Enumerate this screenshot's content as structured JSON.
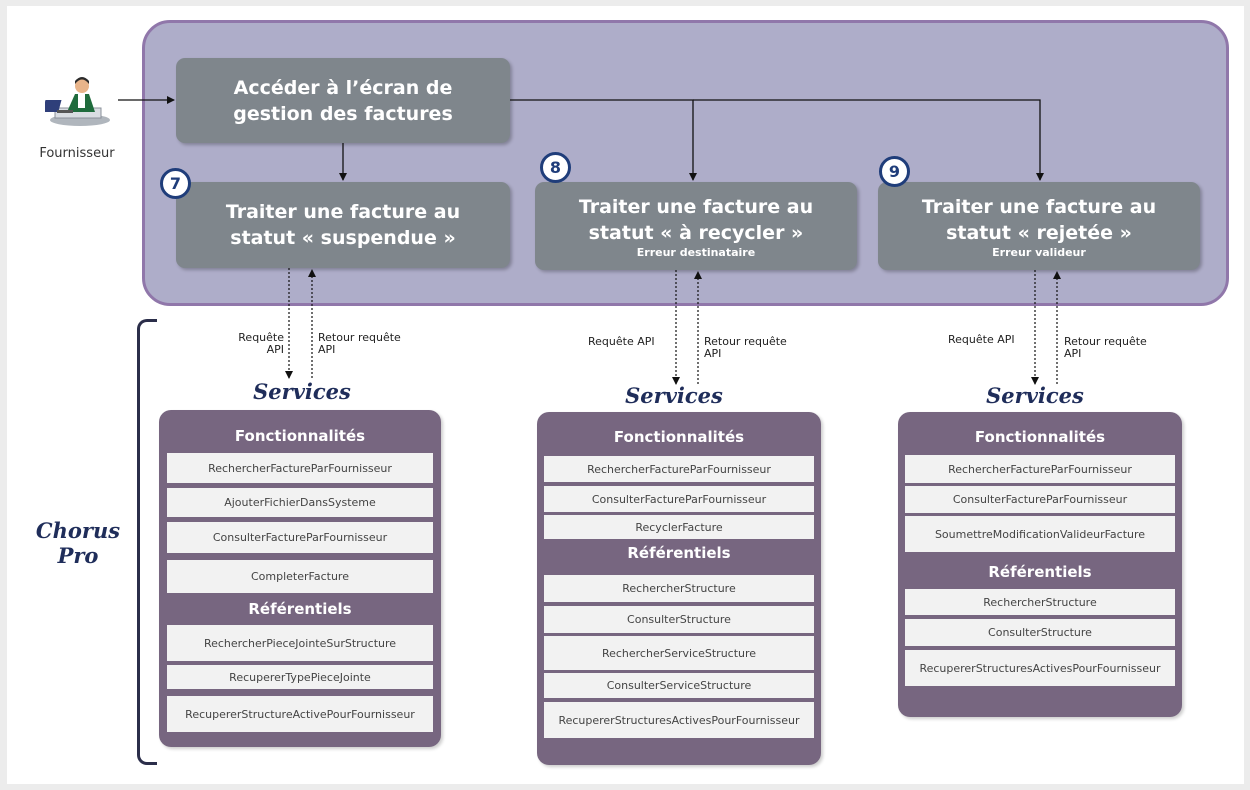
{
  "actor": {
    "label": "Fournisseur",
    "icon": "user-at-desk-icon"
  },
  "steps": {
    "access": {
      "title": "Accéder à l’écran de gestion des factures"
    },
    "suspended": {
      "number": "7",
      "title": "Traiter une facture au statut « suspendue »",
      "subtitle": ""
    },
    "recycle": {
      "number": "8",
      "title": "Traiter une facture au statut « à recycler »",
      "subtitle": "Erreur destinataire"
    },
    "rejected": {
      "number": "9",
      "title": "Traiter une facture au statut « rejetée »",
      "subtitle": "Erreur valideur"
    }
  },
  "api": {
    "request": "Requête API",
    "response": "Retour requête API"
  },
  "chorus_label": "Chorus Pro",
  "services": [
    {
      "title": "Services",
      "functionalities_header": "Fonctionnalités",
      "functionalities": [
        "RechercherFactureParFournisseur",
        "AjouterFichierDansSysteme",
        "ConsulterFactureParFournisseur",
        "CompleterFacture"
      ],
      "referentials_header": "Référentiels",
      "referentials": [
        "RechercherPieceJointeSurStructure",
        "RecupererTypePieceJointe",
        "RecupererStructureActivePourFournisseur"
      ]
    },
    {
      "title": "Services",
      "functionalities_header": "Fonctionnalités",
      "functionalities": [
        "RechercherFactureParFournisseur",
        "ConsulterFactureParFournisseur",
        "RecyclerFacture"
      ],
      "referentials_header": "Référentiels",
      "referentials": [
        "RechercherStructure",
        "ConsulterStructure",
        "RechercherServiceStructure",
        "ConsulterServiceStructure",
        "RecupererStructuresActivesPourFournisseur"
      ]
    },
    {
      "title": "Services",
      "functionalities_header": "Fonctionnalités",
      "functionalities": [
        "RechercherFactureParFournisseur",
        "ConsulterFactureParFournisseur",
        "SoumettreModificationValideurFacture"
      ],
      "referentials_header": "Référentiels",
      "referentials": [
        "RechercherStructure",
        "ConsulterStructure",
        "RecupererStructuresActivesPourFournisseur"
      ]
    }
  ],
  "colors": {
    "panel_fill": "#aeadc9",
    "panel_border": "#9077aa",
    "step_box": "#7f868c",
    "services_panel": "#776680",
    "badge_border": "#1f3d7a",
    "title_navy": "#1f2d5a"
  }
}
